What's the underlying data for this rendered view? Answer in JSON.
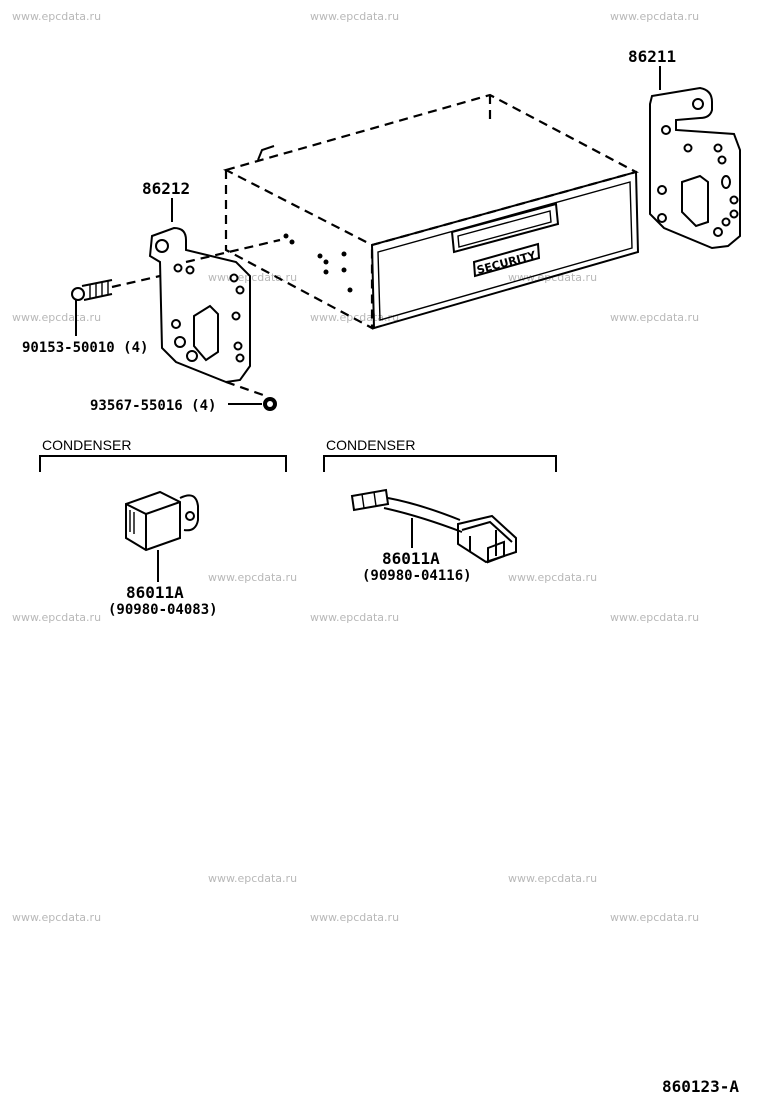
{
  "watermark": "www.epcdata.ru",
  "diagram_code": "860123-A",
  "parts": {
    "bracket_right": "86211",
    "bracket_left": "86212",
    "screw": "90153-50010 (4)",
    "nut": "93567-55016 (4)",
    "unit_label": "SECURITY"
  },
  "condenser_left": {
    "header": "CONDENSER",
    "part_no": "86011A",
    "sub_no": "(90980-04083)"
  },
  "condenser_right": {
    "header": "CONDENSER",
    "part_no": "86011A",
    "sub_no": "(90980-04116)"
  }
}
